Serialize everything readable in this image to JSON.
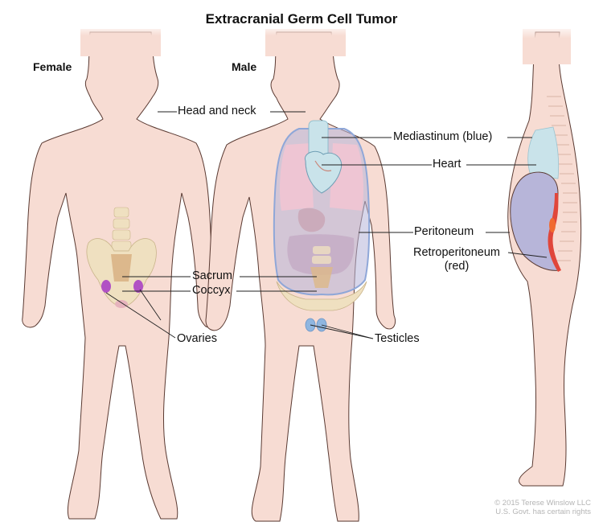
{
  "title": "Extracranial Germ Cell Tumor",
  "figures": {
    "female": "Female",
    "male": "Male"
  },
  "labels": {
    "head_neck": "Head and neck",
    "mediastinum": "Mediastinum (blue)",
    "heart": "Heart",
    "peritoneum": "Peritoneum",
    "retroperitoneum_line1": "Retroperitoneum",
    "retroperitoneum_line2": "(red)",
    "sacrum": "Sacrum",
    "coccyx": "Coccyx",
    "ovaries": "Ovaries",
    "testicles": "Testicles"
  },
  "colors": {
    "skin": "#f7dcd3",
    "outline": "#5a3a32",
    "mediastinum_blue": "#c9e3ea",
    "peritoneum_purple": "#b7b5d9",
    "retroperitoneum_red": "#e0463a",
    "lung_pink": "#f2c4d2",
    "bone": "#efe0c0",
    "ovary_purple": "#b152c4",
    "testicle_blue": "#8fb6e0"
  },
  "copyright": {
    "line1": "© 2015 Terese Winslow LLC",
    "line2": "U.S. Govt. has certain rights"
  }
}
